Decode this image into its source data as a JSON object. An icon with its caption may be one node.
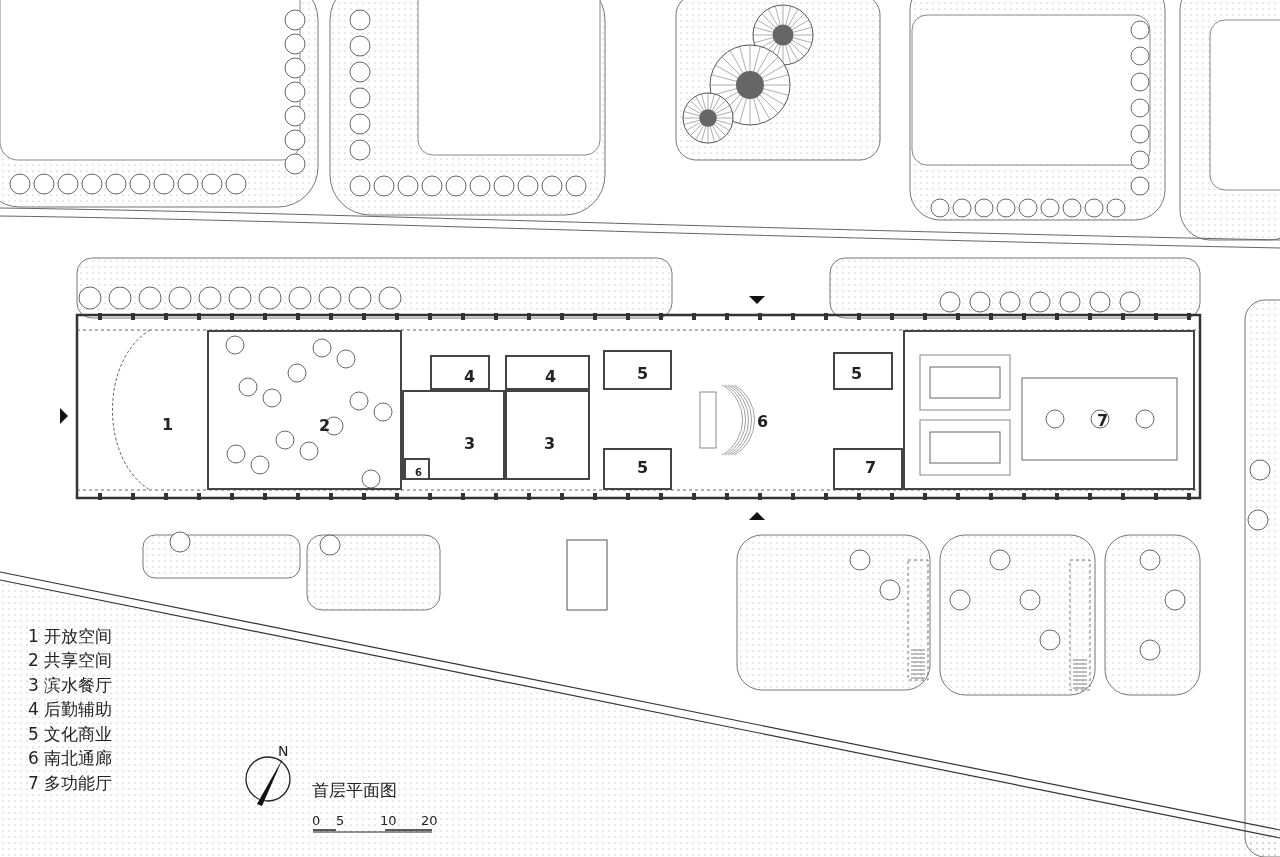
{
  "diagram": {
    "title": "首层平面图",
    "nodes": [
      {
        "text": [
          "1"
        ]
      },
      {
        "text": [
          "2"
        ]
      },
      {
        "text": [
          "4"
        ]
      },
      {
        "text": [
          "4"
        ]
      },
      {
        "text": [
          "5"
        ]
      },
      {
        "text": [
          "3"
        ]
      },
      {
        "text": [
          "3"
        ]
      },
      {
        "text": [
          "6"
        ],
        "in": 5
      },
      {
        "text": [
          "5"
        ]
      },
      {
        "text": [
          "6"
        ]
      },
      {
        "text": [
          "5"
        ]
      },
      {
        "text": [
          "7"
        ]
      },
      {
        "text": [
          "7"
        ]
      }
    ],
    "edges": [],
    "labels": [
      "1 开放空间",
      "2 共享空间",
      "3 滨水餐厅",
      "4 后勤辅助",
      "5 文化商业",
      "6 南北通廊",
      "7 多功能厅",
      "N",
      "0",
      "5",
      "10",
      "20"
    ]
  }
}
